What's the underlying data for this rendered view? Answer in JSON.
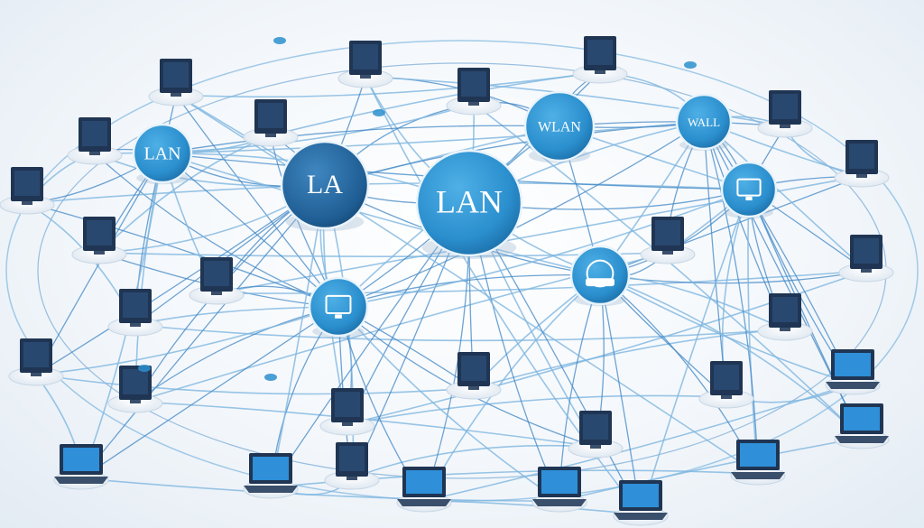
{
  "colors": {
    "background": "#f3f7fb",
    "cable": "#3f86c4",
    "cable_light": "#7fb6e0",
    "bubble": "#2b8fce",
    "bubble_dark": "#1c6fa8",
    "device": "#1f3553",
    "screen": "#2f8fd8",
    "base": "#f6f9fc"
  },
  "bubbles": [
    {
      "id": "lan-main",
      "label": "LAN"
    },
    {
      "id": "la",
      "label": "LA"
    },
    {
      "id": "lan-small",
      "label": "LAN"
    },
    {
      "id": "wlan",
      "label": "WLAN"
    },
    {
      "id": "wall",
      "label": "WALL"
    },
    {
      "id": "monitor-bubble",
      "label": "",
      "icon": "monitor-icon"
    },
    {
      "id": "router-bubble",
      "label": "",
      "icon": "router-icon"
    },
    {
      "id": "display-bubble",
      "label": "",
      "icon": "display-icon"
    }
  ],
  "devices": [
    {
      "kind": "monitor"
    },
    {
      "kind": "monitor"
    },
    {
      "kind": "monitor"
    },
    {
      "kind": "monitor"
    },
    {
      "kind": "monitor"
    },
    {
      "kind": "monitor"
    },
    {
      "kind": "monitor"
    },
    {
      "kind": "monitor"
    },
    {
      "kind": "monitor"
    },
    {
      "kind": "monitor"
    },
    {
      "kind": "monitor"
    },
    {
      "kind": "monitor"
    },
    {
      "kind": "monitor"
    },
    {
      "kind": "monitor"
    },
    {
      "kind": "monitor"
    },
    {
      "kind": "monitor"
    },
    {
      "kind": "monitor"
    },
    {
      "kind": "monitor"
    },
    {
      "kind": "monitor"
    },
    {
      "kind": "monitor"
    },
    {
      "kind": "monitor"
    },
    {
      "kind": "monitor"
    },
    {
      "kind": "laptop"
    },
    {
      "kind": "laptop"
    },
    {
      "kind": "laptop"
    },
    {
      "kind": "laptop"
    },
    {
      "kind": "laptop"
    },
    {
      "kind": "laptop"
    },
    {
      "kind": "laptop"
    },
    {
      "kind": "laptop"
    }
  ]
}
